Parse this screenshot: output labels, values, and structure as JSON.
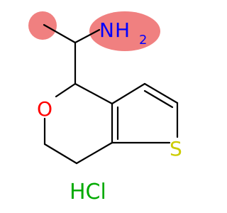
{
  "molecule": {
    "atoms": {
      "nitrogen": "N",
      "hydrogen": "H",
      "hydrogen_count": "2",
      "oxygen": "O",
      "sulfur": "S"
    },
    "salt": "HCl"
  },
  "colors": {
    "bond": "#000000",
    "nitrogen": "#0000ff",
    "oxygen": "#ff0000",
    "sulfur": "#cccc00",
    "salt": "#00aa00",
    "highlight": "#f08080"
  }
}
